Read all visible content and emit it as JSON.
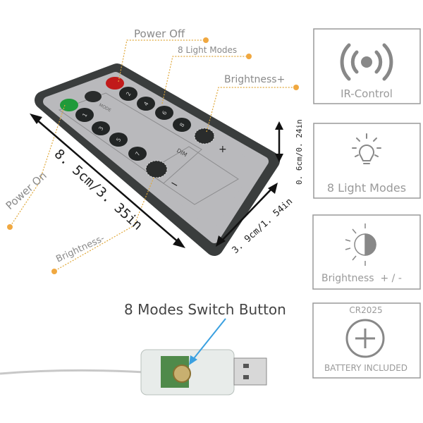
{
  "callouts": {
    "power_off": "Power Off",
    "light_modes": "8 Light Modes",
    "brightness_plus": "Brightness+",
    "power_on": "Power On",
    "brightness_minus": "Brightness-"
  },
  "dimensions": {
    "length": "8. 5cm/3. 35in",
    "width": "3. 9cm/1. 54in",
    "thickness": "0. 6cm/0. 24in"
  },
  "remote": {
    "mode_label": "MODE",
    "dim_label": "DIM",
    "plus": "+",
    "minus": "−",
    "buttons": [
      "1",
      "2",
      "3",
      "4",
      "5",
      "6",
      "7",
      "8"
    ]
  },
  "usb": {
    "switch_label": "8 Modes Switch Button"
  },
  "features": [
    {
      "icon": "ir-signal-icon",
      "label": "IR-Control"
    },
    {
      "icon": "light-bulb-icon",
      "label": "8 Light Modes"
    },
    {
      "icon": "brightness-icon",
      "label": "Brightness  + / -"
    },
    {
      "icon": "battery-icon",
      "title": "CR2025",
      "label": "BATTERY INCLUDED"
    }
  ],
  "colors": {
    "accent": "#f0a840",
    "arrow": "#3aa0e0",
    "panel_text": "#9a9a9a"
  }
}
